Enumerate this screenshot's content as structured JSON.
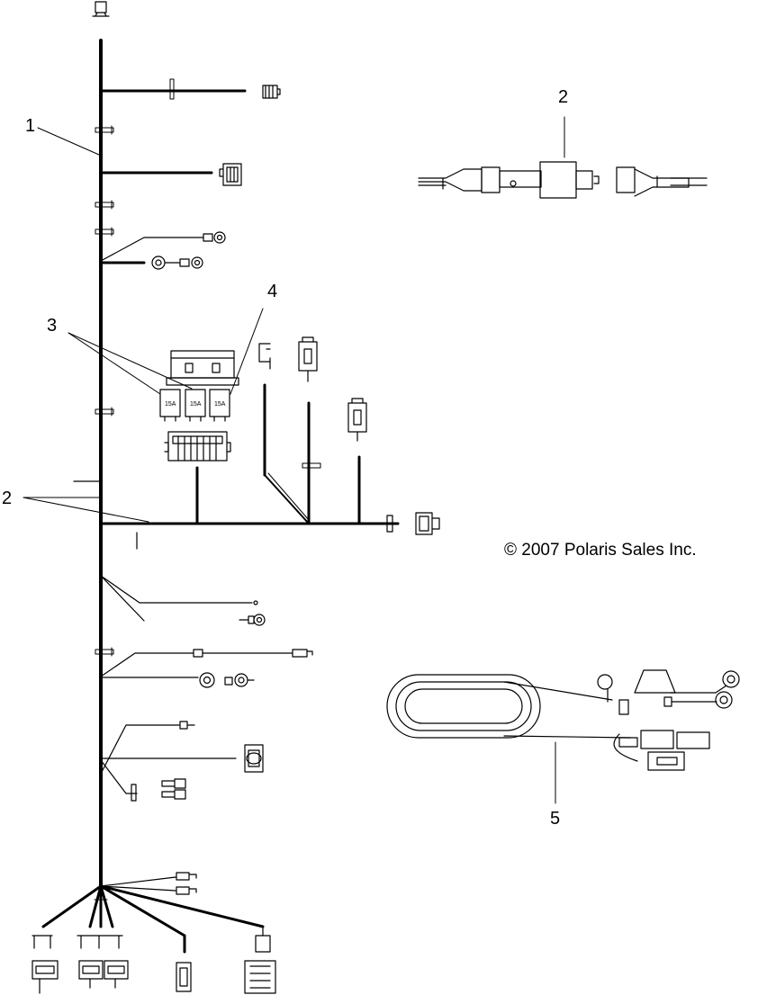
{
  "callouts": {
    "c1": "1",
    "c2_left": "2",
    "c2_right": "2",
    "c3": "3",
    "c4": "4",
    "c5": "5"
  },
  "copyright": "© 2007 Polaris Sales Inc.",
  "fuses": [
    "15A",
    "15A",
    "15A"
  ]
}
